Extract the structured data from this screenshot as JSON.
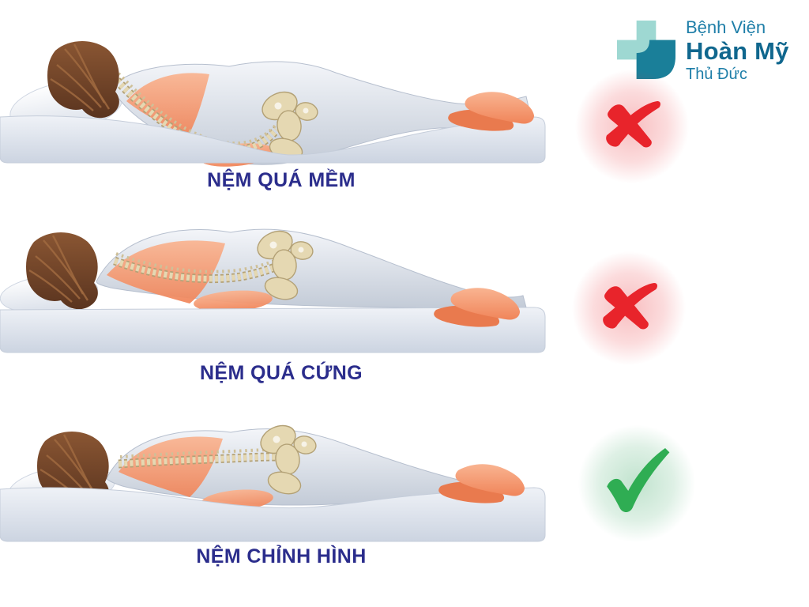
{
  "logo": {
    "line1": "Bệnh Viện",
    "line2": "Hoàn Mỹ",
    "line3": "Thủ Đức"
  },
  "rows": [
    {
      "id": "soft",
      "label": "NỆM QUÁ MỀM",
      "mark": "cross-icon"
    },
    {
      "id": "hard",
      "label": "NỆM QUÁ CỨNG",
      "mark": "cross-icon"
    },
    {
      "id": "ortho",
      "label": "NỆM CHỈNH HÌNH",
      "mark": "check-icon"
    }
  ],
  "colors": {
    "label_text": "#2b2d8c",
    "cross": "#e8242b",
    "check": "#2fad53",
    "logo_cross_light": "#9ed8d2",
    "logo_cross_dark": "#1a7f99",
    "logo_text_light": "#1e7ea8",
    "logo_text_bold": "#10678e",
    "illustration": {
      "body_light": "#f3f5f9",
      "body_shade": "#c3cbd7",
      "body_edge": "#b6bfce",
      "mattress_light": "#eff2f7",
      "mattress_shade": "#ccd4e1",
      "mattress_edge": "#c5cdda",
      "pillow_shade": "#d9dfe9",
      "pillow_edge": "#cfd6e2",
      "skin": "#f0855a",
      "skin_light": "#f9b491",
      "skin_deep": "#e97a4e",
      "hair": "#5a341f",
      "hair_light": "#8a5633",
      "hair_strand": "#a06a40",
      "bone": "#e5d8b2",
      "bone_edge": "#b3a176",
      "bone_tick": "#cfc098",
      "bone_hole": "#f7f3e8"
    }
  }
}
